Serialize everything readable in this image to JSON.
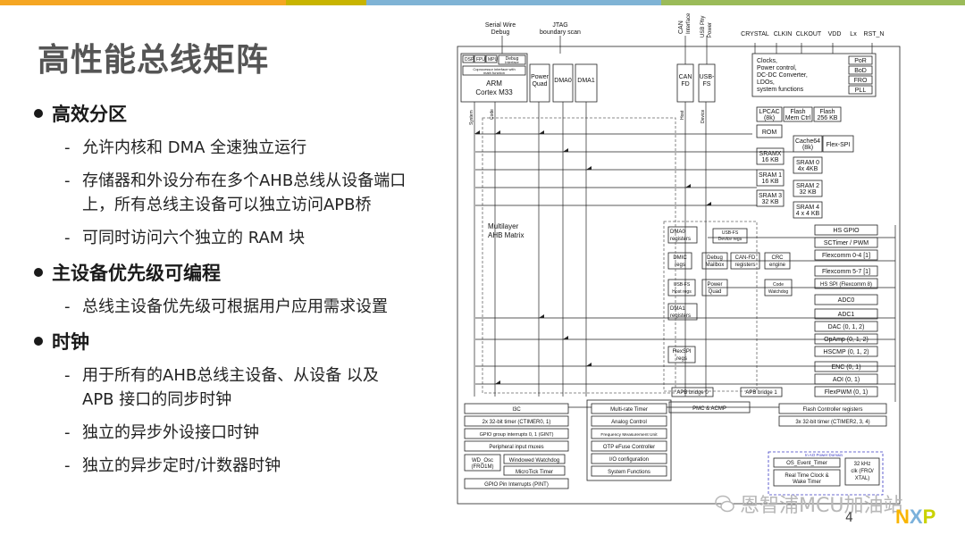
{
  "colors": {
    "bar": [
      "#f5a623",
      "#c8b400",
      "#7fb3d5",
      "#9bbb59"
    ],
    "accent": "#f9b500"
  },
  "title": "高性能总线矩阵",
  "bullets": [
    {
      "label": "高效分区",
      "items": [
        "允许内核和 DMA 全速独立运行",
        "存储器和外设分布在多个AHB总线从设备端口\n上，所有总线主设备可以独立访问APB桥",
        "可同时访问六个独立的 RAM 块"
      ]
    },
    {
      "label": "主设备优先级可编程",
      "items": [
        "总线主设备优先级可根据用户应用需求设置"
      ]
    },
    {
      "label": "时钟",
      "items": [
        "用于所有的AHB总线主设备、从设备 以及\nAPB 接口的同步时钟",
        "独立的异步外设接口时钟",
        "独立的异步定时/计数器时钟"
      ]
    }
  ],
  "diagram": {
    "top": {
      "swd": "Serial Wire",
      "swd2": "Debug",
      "jtag": "JTAG",
      "jtag2": "boundary scan",
      "can": "CAN",
      "can2": "Interface",
      "usb": "USB Phy",
      "usb2": "Power",
      "crystal": "CRYSTAL",
      "clkin": "CLKIN",
      "clkout": "CLKOUT",
      "vdd": "VDD",
      "lx": "Lx",
      "rst": "RST_N"
    },
    "core": {
      "dsp": "DSP",
      "fpu": "FPU",
      "mpu": "MPU",
      "dbg": "Debug",
      "dbg2": "Interface",
      "coproc": "Coprocessor interface with",
      "coproc2": "math function",
      "arm": "ARM",
      "cortex": "Cortex M33"
    },
    "masters": {
      "pq": "Power",
      "pq2": "Quad",
      "dma0": "DMA0",
      "dma1": "DMA1",
      "canfd": "CAN",
      "canfd2": "FD",
      "usbfs": "USB-",
      "usbfs2": "FS"
    },
    "bus_labels": {
      "system": "System",
      "code": "Code",
      "host": "Host",
      "device": "Device"
    },
    "power": [
      "Clocks,",
      "Power control,",
      "DC-DC Converter,",
      "LDOs,",
      "system functions"
    ],
    "power_items": [
      "PoR",
      "BoD",
      "FRO",
      "PLL"
    ],
    "mem": {
      "lpcac": "LPCAC",
      "lpcac2": "(8k)",
      "flashctrl": "Flash",
      "flashctrl2": "Mem Ctrl",
      "flash": "Flash",
      "flash2": "256 KB",
      "rom": "ROM",
      "cache": "Cache64",
      "cache2": "(8k)",
      "flexspi": "Flex-SPI",
      "sramx": "SRAMX",
      "sramx2": "16 KB",
      "sram0": "SRAM 0",
      "sram02": "4x 4KB",
      "sram1": "SRAM 1",
      "sram12": "16 KB",
      "sram2": "SRAM 2",
      "sram22": "32 KB",
      "sram3": "SRAM 3",
      "sram32": "32 KB",
      "sram4": "SRAM 4",
      "sram42": "4 x 4 KB"
    },
    "matrix": "Multilayer",
    "matrix2": "AHB Matrix",
    "regs": {
      "dma0r": "DMA0",
      "dma0r2": "registers",
      "usbdev": "USB-FS",
      "usbdev2": "Device regs",
      "dmic": "DMIC",
      "dmic2": "regs",
      "dbgmb": "Debug",
      "dbgmb2": "Mailbox",
      "canr": "CAN-FD",
      "canr2": "registers",
      "crc": "CRC",
      "crc2": "engine",
      "usbh": "USB-FS",
      "usbh2": "Host regs",
      "pqr": "Power",
      "pqr2": "Quad",
      "cw": "Code",
      "cw2": "Watchdog",
      "dma1r": "DMA1",
      "dma1r2": "registers",
      "fsr": "FlexSPI",
      "fsr2": "regs"
    },
    "right": [
      "HS GPIO",
      "SCTimer / PWM",
      "Flexcomm 0-4 [1]",
      "Flexcomm 5-7 [1]",
      "HS SPI (Flexcomm 8)",
      "ADC0",
      "ADC1",
      "DAC (0, 1, 2)",
      "OpAmp (0, 1, 2)",
      "HSCMP (0, 1, 2)",
      "ENC (0, 1)",
      "AOI (0, 1)",
      "FlexPWM (0, 1)"
    ],
    "apb": {
      "b0": "APB bridge 0",
      "b1": "APB bridge 1",
      "pmc": "PMC & ACMP"
    },
    "bottom_left": [
      "I3C",
      "2x 32-bit timer (CTIMER0, 1)",
      "GPIO group interrupts 0, 1 (GINT)",
      "Peripheral input muxes"
    ],
    "bottom_mid": [
      "Multi-rate Timer",
      "Analog Control",
      "Frequency Measurement Unit",
      "OTP eFuse Controller",
      "I/O configuration",
      "System Functions"
    ],
    "bottom_right": [
      "Flash Controller registers",
      "3x 32-bit timer (CTIMER2, 3, 4)"
    ],
    "wd": {
      "osc": "WD_Osc",
      "osc2": "(FRO1M)",
      "ww": "Windowed Watchdog",
      "mt": "MicroTick Timer",
      "pint": "GPIO Pin Interrupts (PINT)"
    },
    "ao": {
      "domain": "In AO Power Domain",
      "ostimer": "OS_Event_Timer",
      "rtc": "Real Time Clock &",
      "rtc2": "Wake Timer",
      "k32": "32 kHz",
      "k322": "clk (FRO/",
      "k323": "XTAL)"
    }
  },
  "watermark": "恩智浦MCU加油站",
  "page": "4",
  "logo": [
    "N",
    "X",
    "P"
  ]
}
